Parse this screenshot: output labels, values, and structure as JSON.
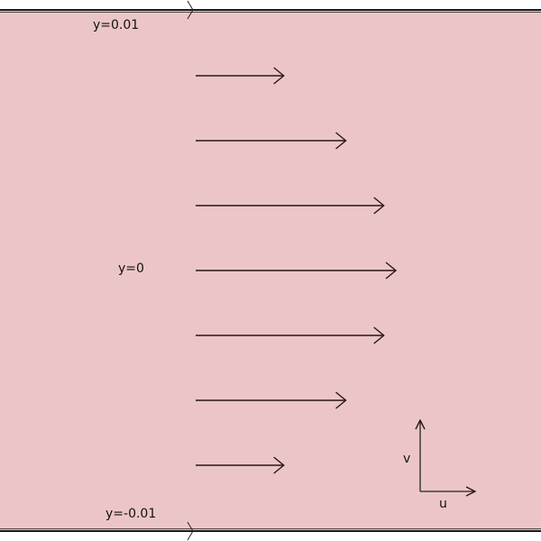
{
  "colors": {
    "fluid": "#ecc6c7",
    "wall": "#1a1a1a",
    "arrow": "#2a1616"
  },
  "labels": {
    "top_wall": "y=0.01",
    "center": "y=0",
    "bottom_wall": "y=-0.01",
    "axis_u": "u",
    "axis_v": "v"
  },
  "profile": {
    "note": "relative velocity magnitudes of the drawn arrows, top to bottom",
    "arrows": [
      {
        "relative_length": 0.44
      },
      {
        "relative_length": 0.75
      },
      {
        "relative_length": 0.94
      },
      {
        "relative_length": 1.0
      },
      {
        "relative_length": 0.94
      },
      {
        "relative_length": 0.75
      },
      {
        "relative_length": 0.44
      }
    ]
  }
}
